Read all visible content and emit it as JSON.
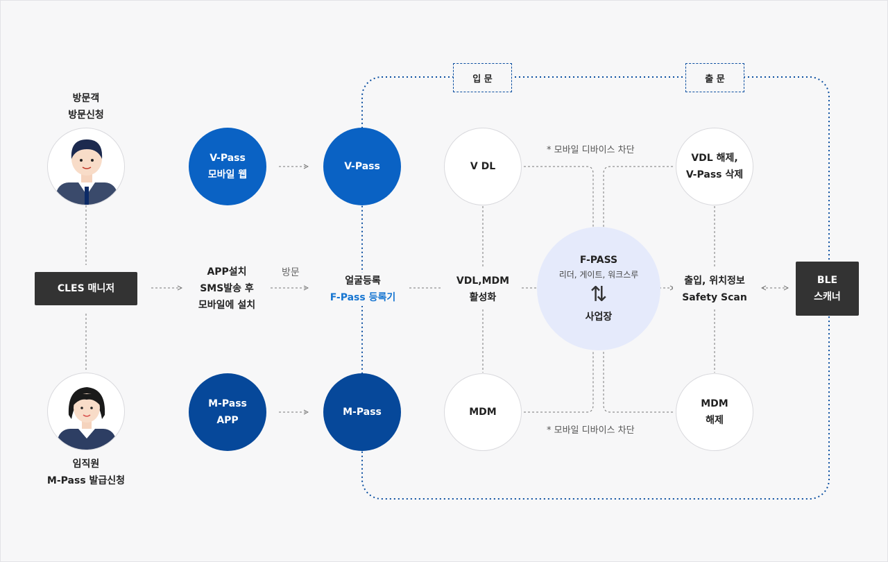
{
  "visitor": {
    "line1": "방문객",
    "line2": "방문신청"
  },
  "employee": {
    "line1": "임직원",
    "line2": "M-Pass 발급신청"
  },
  "manager": {
    "label": "CLES 매니저"
  },
  "vpass_web": {
    "line1": "V-Pass",
    "line2": "모바일 웹"
  },
  "mpass_app": {
    "line1": "M-Pass",
    "line2": "APP"
  },
  "install": {
    "line1": "APP설치",
    "line2": "SMS발송 후",
    "line3": "모바일에 설치"
  },
  "visit_label": "방문",
  "face_reg": {
    "line1": "얼굴등록",
    "line2": "F-Pass 등록기"
  },
  "vpass": "V-Pass",
  "mpass": "M-Pass",
  "entry_tag": "입 문",
  "exit_tag": "출 문",
  "vdl": "V DL",
  "vdl_mdm": {
    "line1": "VDL,MDM",
    "line2": "활성화"
  },
  "mdm": "MDM",
  "note_top": "* 모바일 디바이스 차단",
  "note_bottom": "* 모바일 디바이스 차단",
  "fpass": {
    "title": "F-PASS",
    "sub": "리더, 게이트, 워크스루",
    "arrows": "⇅",
    "site": "사업장"
  },
  "vdl_release": {
    "line1": "VDL 해제,",
    "line2": "V-Pass 삭제"
  },
  "access": {
    "line1": "출입, 위치정보",
    "line2": "Safety Scan"
  },
  "mdm_release": {
    "line1": "MDM",
    "line2": "해제"
  },
  "ble": {
    "line1": "BLE",
    "line2": "스캐너"
  },
  "colors": {
    "blue1": "#0a62c4",
    "blue2": "#06489a",
    "fpass_bg": "#e5eafb",
    "dark_box": "#333333",
    "dashed": "#0a4ea0"
  }
}
